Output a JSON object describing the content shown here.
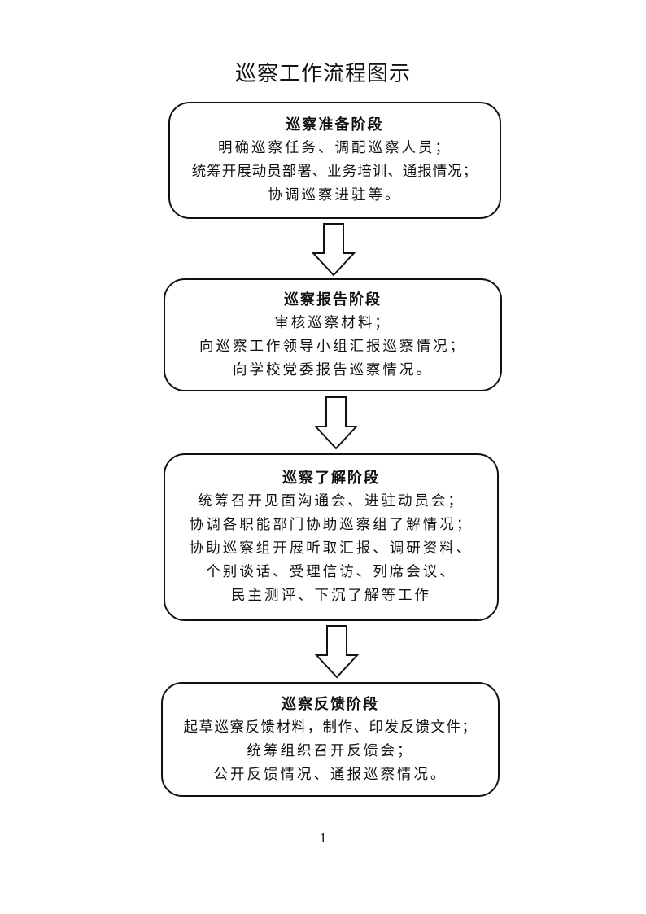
{
  "title": "巡察工作流程图示",
  "stages": [
    {
      "heading": "巡察准备阶段",
      "lines": [
        "明确巡察任务、调配巡察人员；",
        "统筹开展动员部署、业务培训、通报情况；",
        "协调巡察进驻等。"
      ]
    },
    {
      "heading": "巡察报告阶段",
      "lines": [
        "审核巡察材料；",
        "向巡察工作领导小组汇报巡察情况；",
        "向学校党委报告巡察情况。"
      ]
    },
    {
      "heading": "巡察了解阶段",
      "lines": [
        "统筹召开见面沟通会、进驻动员会；",
        "协调各职能部门协助巡察组了解情况；",
        "协助巡察组开展听取汇报、调研资料、",
        "个别谈话、受理信访、列席会议、",
        "民主测评、下沉了解等工作"
      ]
    },
    {
      "heading": "巡察反馈阶段",
      "lines": [
        "起草巡察反馈材料，制作、印发反馈文件；",
        "统筹组织召开反馈会；",
        "公开反馈情况、通报巡察情况。"
      ]
    }
  ],
  "page_number": "1"
}
